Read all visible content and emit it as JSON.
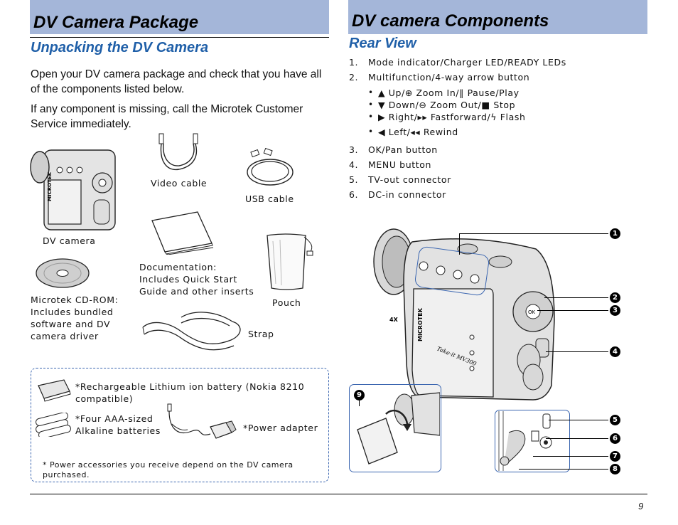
{
  "left": {
    "title": "DV Camera Package",
    "subtitle": "Unpacking the DV Camera",
    "para1": "Open your DV camera package and check that you have all of the components listed below.",
    "para2": "If any component is missing, call the Microtek Customer Service immediately.",
    "items": {
      "video_cable": "Video  cable",
      "usb_cable": "USB cable",
      "dv_camera": "DV camera",
      "documentation": [
        "Documentation:",
        "Includes  Quick  Start",
        "Guide  and  other  inserts"
      ],
      "cdrom": [
        "Microtek  CD-ROM:",
        "Includes  bundled",
        "software  and  DV",
        "camera driver"
      ],
      "pouch": "Pouch",
      "strap": "Strap"
    },
    "power_box": {
      "battery_label": [
        "*Rechargeable  Lithium  ion  battery  (Nokia  8210",
        "compatible)"
      ],
      "aaa_label": [
        "*Four  AAA-sized",
        "Alkaline batteries"
      ],
      "adapter_label": "*Power  adapter",
      "footnote": [
        "*  Power  accessories  you  receive  depend  on  the  DV  camera",
        "purchased."
      ]
    }
  },
  "right": {
    "title": "DV camera Components",
    "subtitle": "Rear View",
    "list_top": [
      {
        "n": "1.",
        "text": "Mode  indicator/Charger  LED/READY  LEDs"
      },
      {
        "n": "2.",
        "text": "Multifunction/4-way  arrow  button"
      }
    ],
    "bullets": [
      "▲ Up/⊕  Zoom  In/‖  Pause/Play",
      "▼ Down/⊖  Zoom  Out/■  Stop",
      "▶ Right/▸▸  Fastforward/ϟ  Flash",
      "◀ Left/◂◂ Rewind"
    ],
    "list_bottom": [
      {
        "n": "3.",
        "text": "OK/Pan  button"
      },
      {
        "n": "4.",
        "text": "MENU  button"
      },
      {
        "n": "5.",
        "text": "TV-out  connector"
      },
      {
        "n": "6.",
        "text": "DC-in  connector"
      }
    ],
    "callouts": [
      "1",
      "2",
      "3",
      "4",
      "5",
      "6",
      "7",
      "8",
      "9"
    ],
    "camera_badge": "4X",
    "camera_brand": "MICROTEK",
    "camera_model": "Take-it MV300"
  },
  "page_number": "9"
}
